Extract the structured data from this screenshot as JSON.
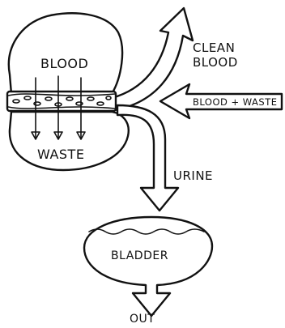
{
  "diagram": {
    "labels": {
      "blood": "BLOOD",
      "waste": "WASTE",
      "clean_blood_line1": "CLEAN",
      "clean_blood_line2": "BLOOD",
      "blood_plus_waste": "BLOOD + WASTE",
      "urine": "URINE",
      "bladder": "BLADDER",
      "out": "OUT"
    },
    "colors": {
      "ink": "#111111",
      "paper": "#ffffff"
    }
  }
}
